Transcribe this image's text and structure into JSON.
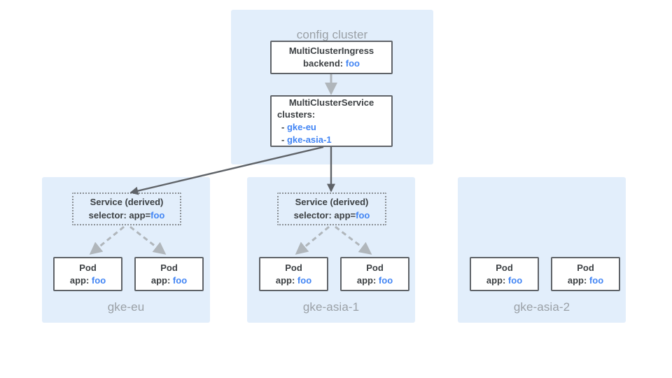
{
  "diagram": {
    "title_text": "",
    "colors": {
      "panel_bg": "#e2eefb",
      "panel_label": "#9aa0a6",
      "box_border": "#5f6368",
      "box_text": "#3c4043",
      "accent_blue": "#4285f4",
      "arrow_solid": "#5f6368",
      "arrow_dashed": "#b0b6bb",
      "page_bg": "#ffffff"
    }
  },
  "config_cluster": {
    "label": "config cluster",
    "ingress": {
      "name": "MultiClusterIngress",
      "field_label": "backend:",
      "field_value": "foo"
    },
    "service": {
      "name": "MultiClusterService",
      "field_label": "clusters:",
      "items": [
        {
          "dash": "-",
          "value": "gke-eu"
        },
        {
          "dash": "-",
          "value": "gke-asia-1"
        }
      ]
    }
  },
  "clusters": [
    {
      "label": "gke-eu",
      "has_service": true,
      "service": {
        "name": "Service (derived)",
        "field_label": "selector: app=",
        "field_value": "foo"
      },
      "pods": [
        {
          "name": "Pod",
          "field_label": "app:",
          "field_value": "foo"
        },
        {
          "name": "Pod",
          "field_label": "app:",
          "field_value": "foo"
        }
      ]
    },
    {
      "label": "gke-asia-1",
      "has_service": true,
      "service": {
        "name": "Service (derived)",
        "field_label": "selector: app=",
        "field_value": "foo"
      },
      "pods": [
        {
          "name": "Pod",
          "field_label": "app:",
          "field_value": "foo"
        },
        {
          "name": "Pod",
          "field_label": "app:",
          "field_value": "foo"
        }
      ]
    },
    {
      "label": "gke-asia-2",
      "has_service": false,
      "pods": [
        {
          "name": "Pod",
          "field_label": "app:",
          "field_value": "foo"
        },
        {
          "name": "Pod",
          "field_label": "app:",
          "field_value": "foo"
        }
      ]
    }
  ]
}
